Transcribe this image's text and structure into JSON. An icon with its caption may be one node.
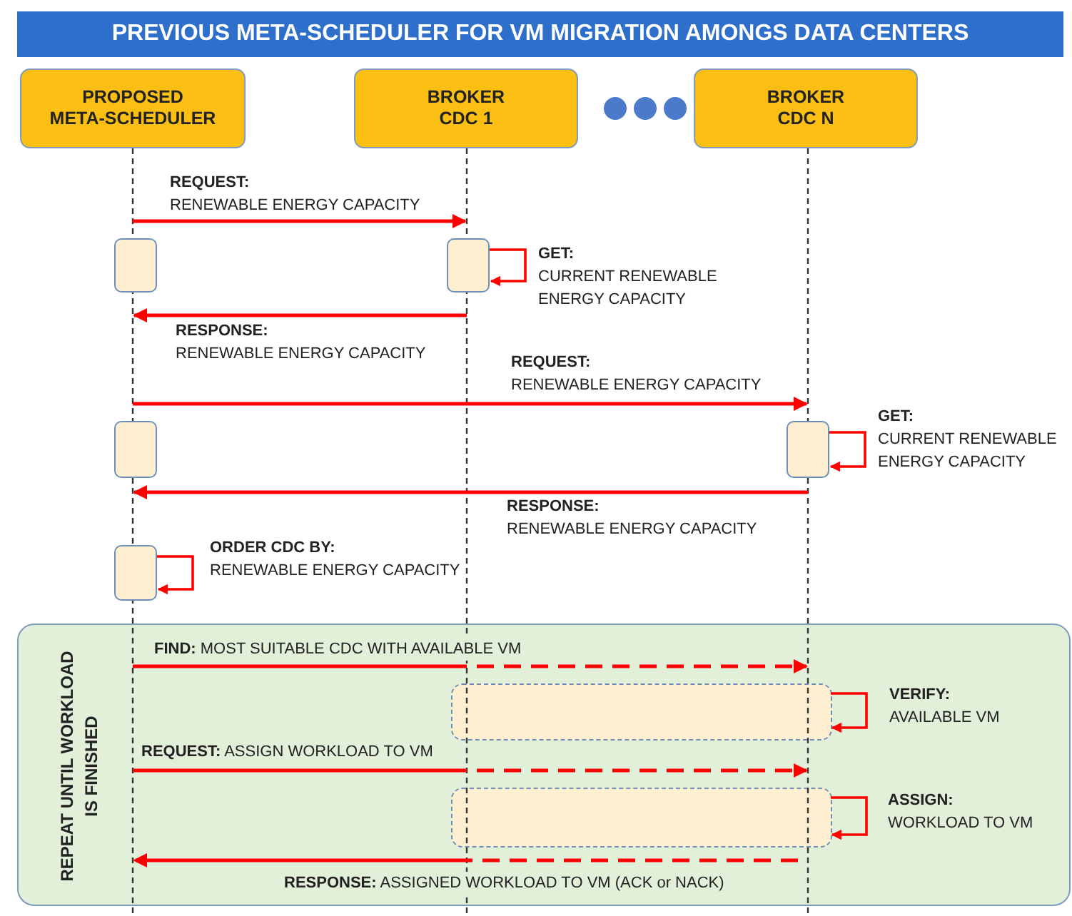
{
  "diagram": {
    "title": "PREVIOUS META-SCHEDULER FOR VM MIGRATION AMONGS DATA CENTERS",
    "nodes": [
      {
        "text": [
          "PROPOSED META-SCHEDULER"
        ]
      },
      {
        "text": [
          "BROKER CDC 1"
        ]
      },
      {
        "text": [
          "BROKER CDC N"
        ]
      },
      {
        "text": [],
        "shape": "line"
      },
      {
        "text": [],
        "shape": "line"
      },
      {
        "text": [],
        "shape": "line"
      },
      {
        "text": [],
        "shape": "box"
      },
      {
        "text": [],
        "shape": "box"
      },
      {
        "text": [],
        "shape": "box"
      },
      {
        "text": [],
        "shape": "box"
      },
      {
        "text": [],
        "shape": "box"
      },
      {
        "text": [
          "REPEAT UNTIL WORKLOAD IS FINISHED"
        ]
      },
      {
        "text": [],
        "shape": "box",
        "in": 11
      },
      {
        "text": [],
        "shape": "box",
        "in": 11
      }
    ],
    "edges": [
      {
        "from": 3,
        "to": 4,
        "arrow": "to",
        "label": "**REQUEST:** RENEWABLE ENERGY CAPACITY"
      },
      {
        "from": 7,
        "to": 7,
        "arrow": "to",
        "label": "**GET:** CURRENT RENEWABLE ENERGY CAPACITY"
      },
      {
        "from": 4,
        "to": 3,
        "arrow": "to",
        "label": "**RESPONSE:** RENEWABLE ENERGY CAPACITY"
      },
      {
        "from": 3,
        "to": 5,
        "arrow": "to",
        "label": "**REQUEST:** RENEWABLE ENERGY CAPACITY"
      },
      {
        "from": 9,
        "to": 9,
        "arrow": "to",
        "label": "**GET:** CURRENT RENEWABLE ENERGY CAPACITY"
      },
      {
        "from": 5,
        "to": 3,
        "arrow": "to",
        "label": "**RESPONSE:** RENEWABLE ENERGY CAPACITY"
      },
      {
        "from": 10,
        "to": 10,
        "arrow": "to",
        "label": "**ORDER CDC BY:** RENEWABLE ENERGY CAPACITY"
      },
      {
        "from": 3,
        "to": 5,
        "arrow": "to",
        "style": "dashed",
        "label": "**FIND:** MOST SUITABLE CDC WITH AVAILABLE VM"
      },
      {
        "from": 12,
        "to": 12,
        "arrow": "to",
        "label": "**VERIFY:** AVAILABLE VM"
      },
      {
        "from": 3,
        "to": 5,
        "arrow": "to",
        "style": "dashed",
        "label": "**REQUEST:** ASSIGN WORKLOAD TO VM"
      },
      {
        "from": 13,
        "to": 13,
        "arrow": "to",
        "label": "**ASSIGN:** WORKLOAD TO VM"
      },
      {
        "from": 5,
        "to": 3,
        "arrow": "to",
        "style": "dashed",
        "label": "**RESPONSE:**  ASSIGNED WORKLOAD TO VM (ACK or NACK)"
      }
    ]
  }
}
